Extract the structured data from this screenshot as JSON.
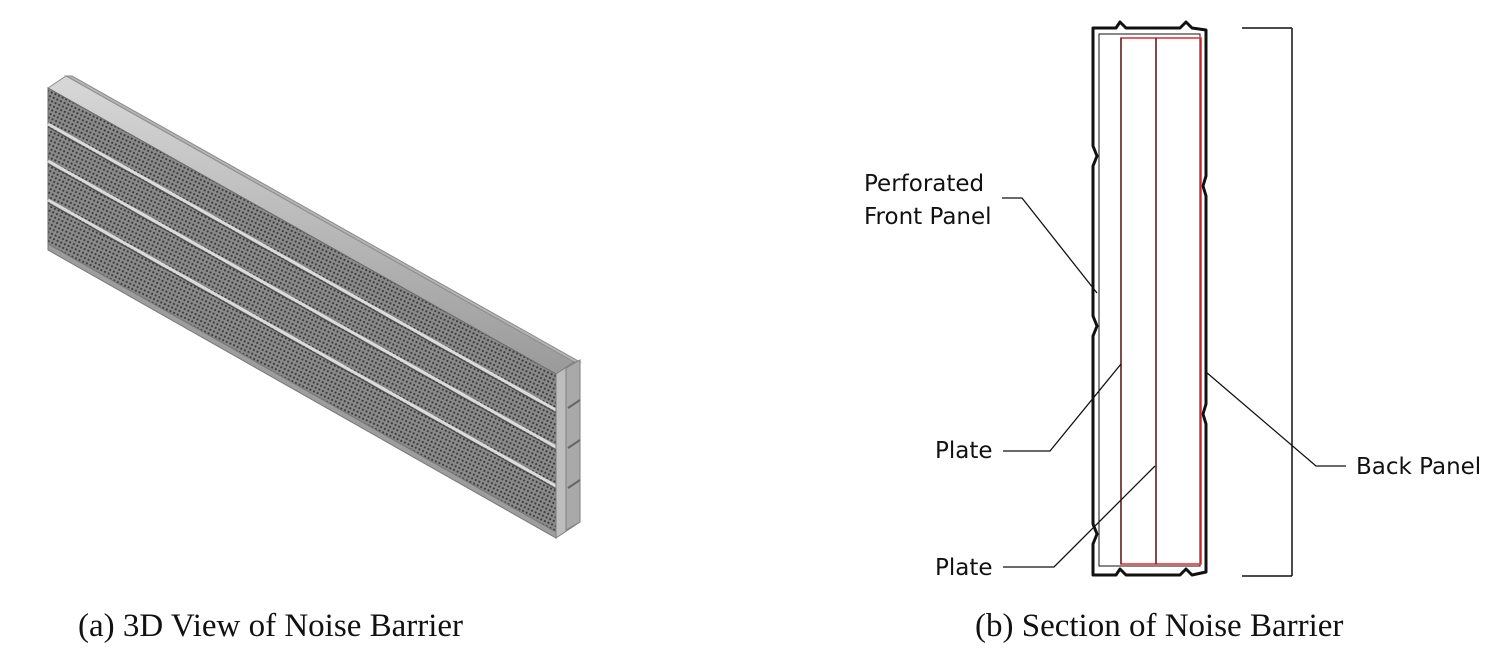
{
  "figure": {
    "panel_a": {
      "caption": "(a) 3D View of Noise Barrier"
    },
    "panel_b": {
      "caption": "(b) Section of Noise Barrier",
      "labels": {
        "front_panel_line1": "Perforated",
        "front_panel_line2": "Front Panel",
        "plate_upper": "Plate",
        "plate_lower": "Plate",
        "back_panel": "Back Panel"
      }
    }
  },
  "colors": {
    "outline": "#111111",
    "plate": "#e8343a",
    "panel_light": "#c9c9c9",
    "panel_dark": "#5a5a5a"
  }
}
